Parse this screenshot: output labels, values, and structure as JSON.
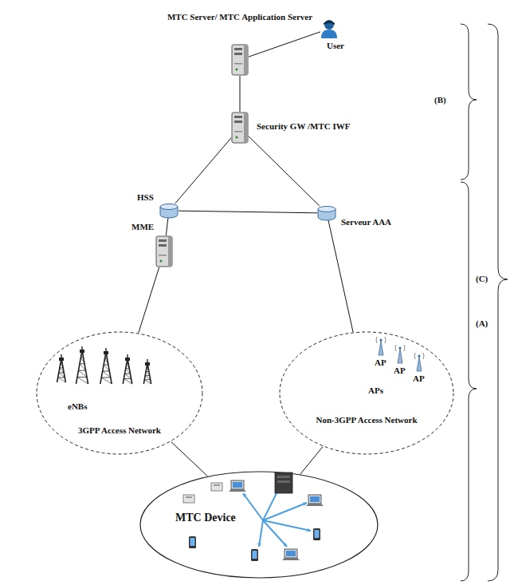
{
  "diagram": {
    "nodes": [
      {
        "text": [
          "MTC Server/ MTC Application Server"
        ]
      },
      {
        "text": [
          "User"
        ]
      },
      {
        "text": [
          "Security GW /MTC IWF"
        ]
      },
      {
        "text": [
          "HSS"
        ]
      },
      {
        "text": [
          "MME"
        ]
      },
      {
        "text": [
          "Serveur AAA"
        ]
      },
      {
        "text": [
          "eNBs",
          "3GPP Access Network"
        ]
      },
      {
        "text": [
          "AP",
          "AP",
          "AP",
          "APs",
          "Non-3GPP Access Network"
        ]
      },
      {
        "text": [
          "MTC Device"
        ]
      }
    ],
    "edges": [
      {
        "from": 0,
        "to": 1,
        "arrow": "none"
      },
      {
        "from": 0,
        "to": 2,
        "arrow": "none"
      },
      {
        "from": 2,
        "to": 3,
        "arrow": "none"
      },
      {
        "from": 2,
        "to": 5,
        "arrow": "none"
      },
      {
        "from": 3,
        "to": 5,
        "arrow": "none"
      },
      {
        "from": 3,
        "to": 4,
        "arrow": "none"
      },
      {
        "from": 4,
        "to": 6,
        "arrow": "none"
      },
      {
        "from": 5,
        "to": 7,
        "arrow": "none"
      },
      {
        "from": 6,
        "to": 8,
        "arrow": "none"
      },
      {
        "from": 7,
        "to": 8,
        "arrow": "none"
      }
    ],
    "labels": [
      "(B)",
      "(C)",
      "(A)"
    ]
  }
}
